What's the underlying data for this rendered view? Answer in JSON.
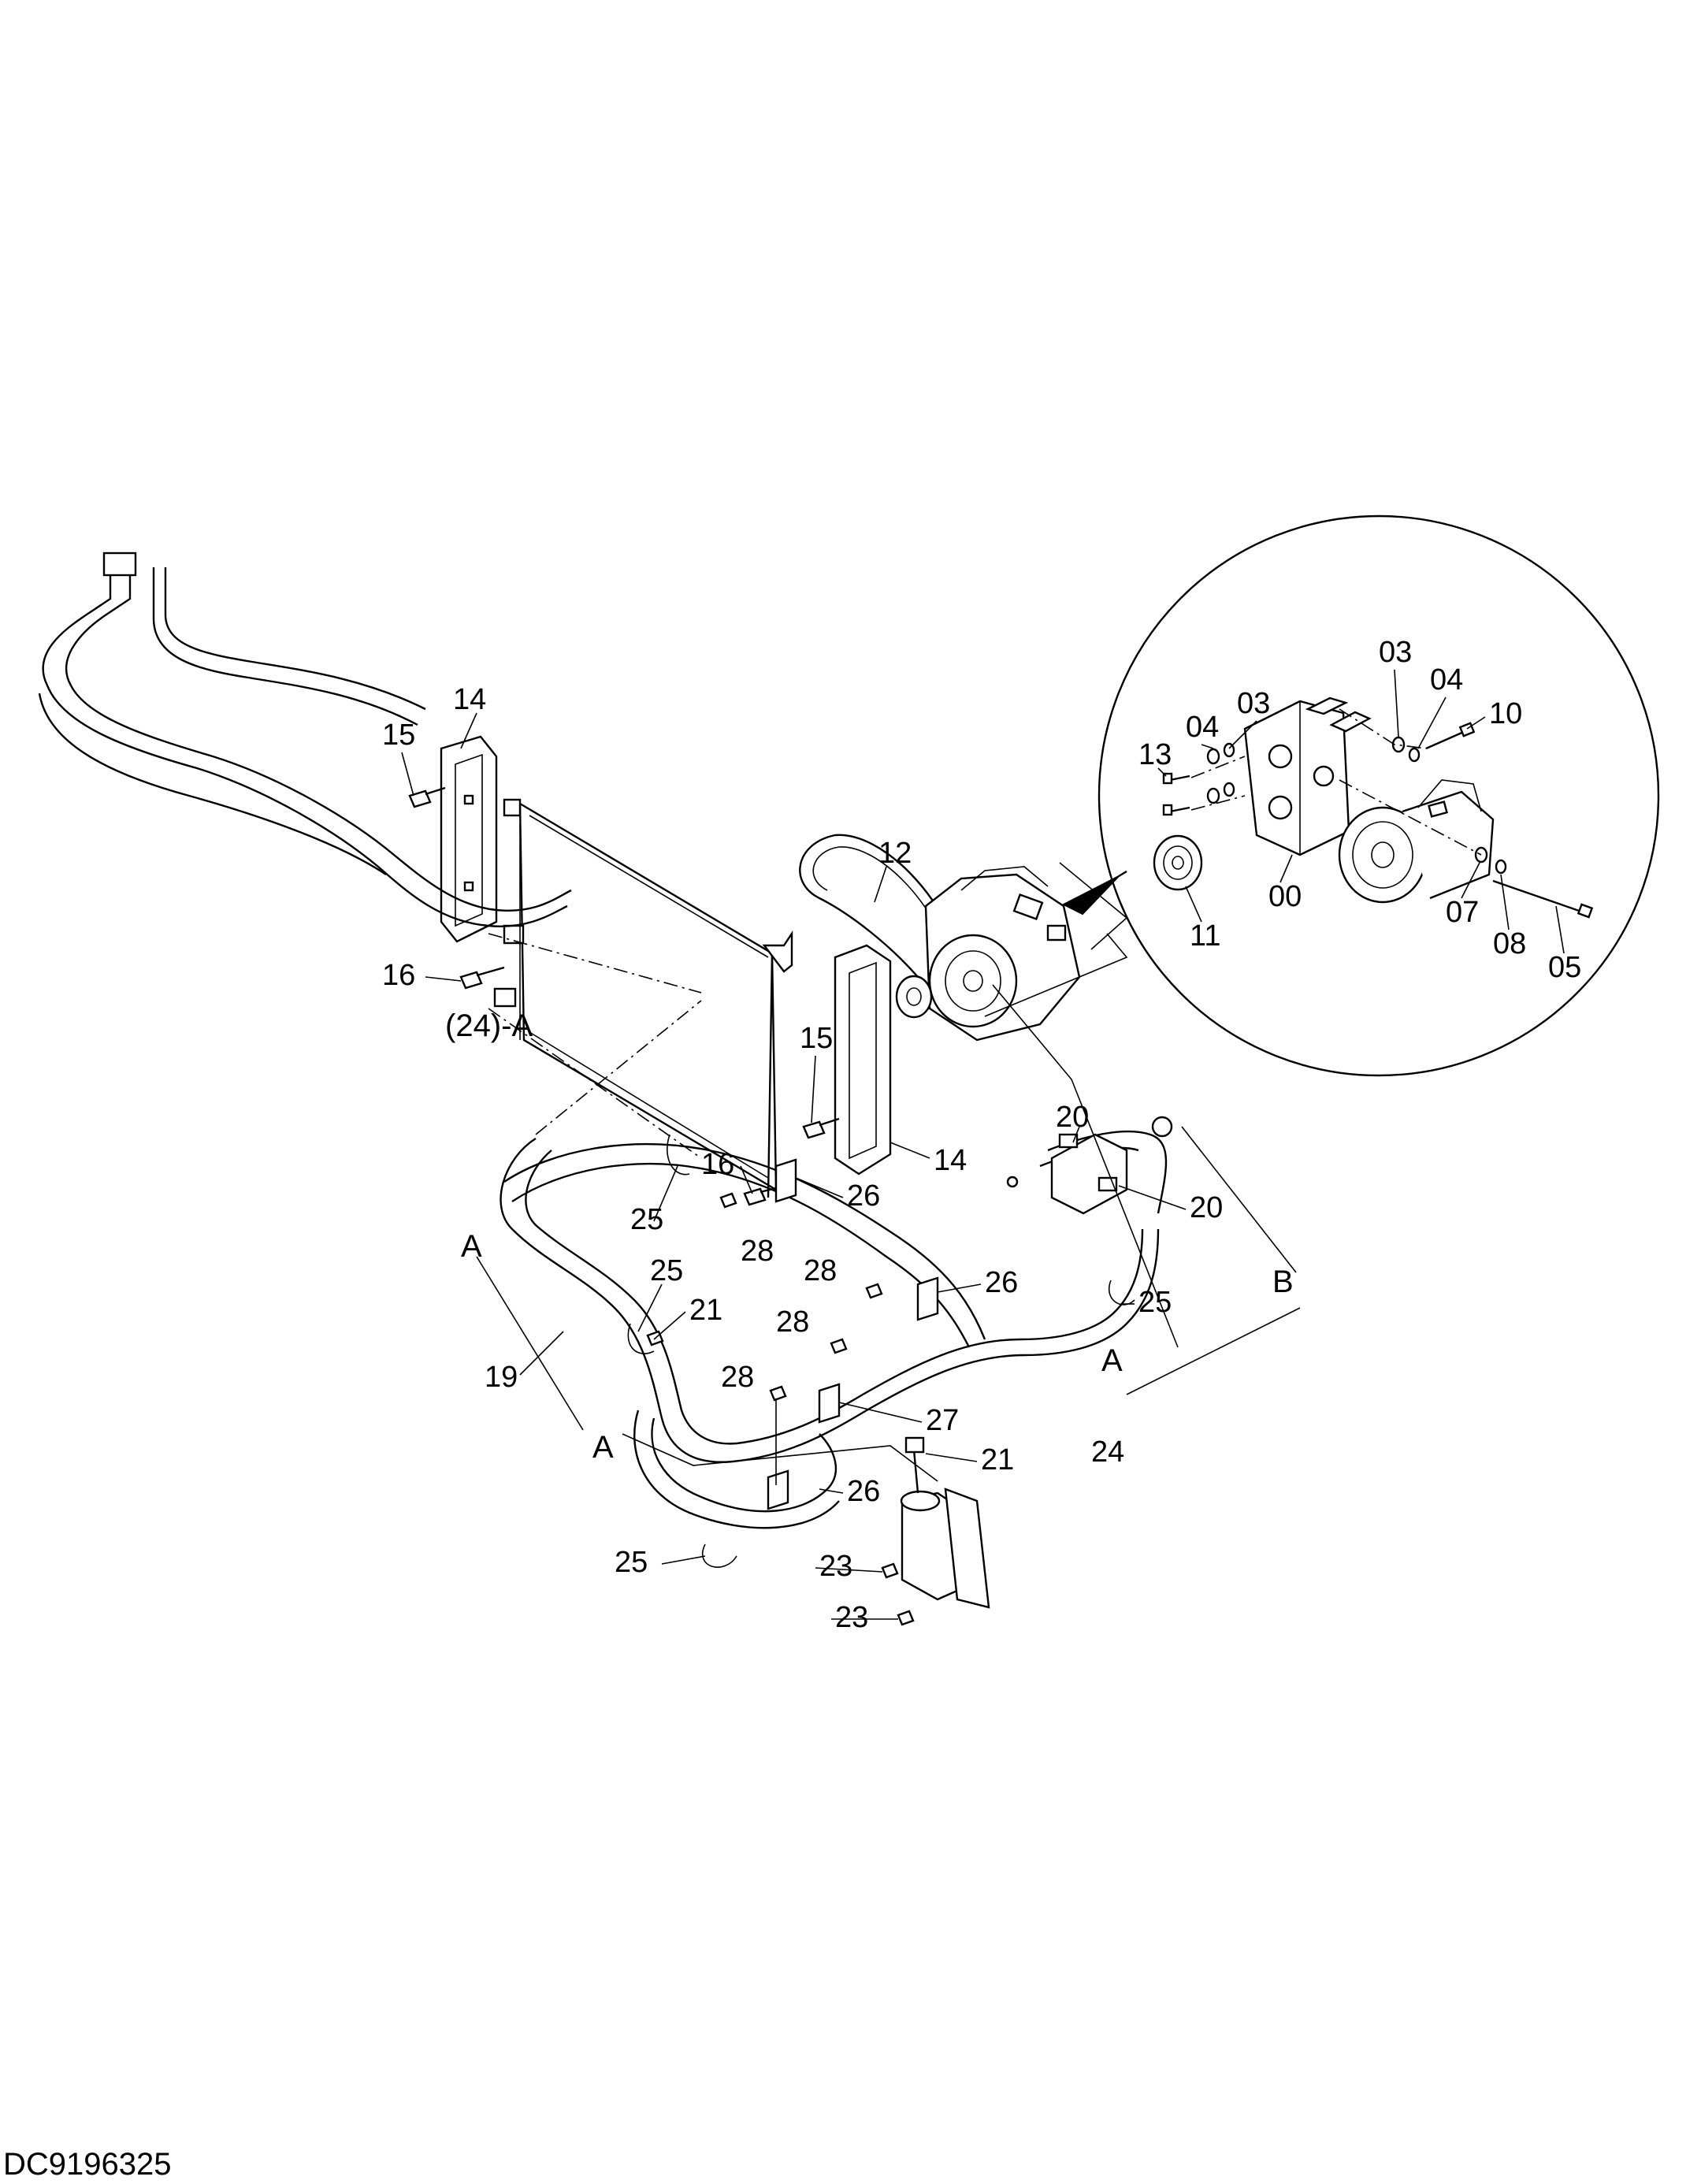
{
  "drawing_code": "DC9196325",
  "labels": {
    "l00": "00",
    "l03a": "03",
    "l03b": "03",
    "l04a": "04",
    "l04b": "04",
    "l05": "05",
    "l07": "07",
    "l08": "08",
    "l10": "10",
    "l11": "11",
    "l12": "12",
    "l13": "13",
    "l14a": "14",
    "l14b": "14",
    "l15a": "15",
    "l15b": "15",
    "l16a": "16",
    "l16b": "16",
    "l19": "19",
    "l20a": "20",
    "l20b": "20",
    "l21a": "21",
    "l21b": "21",
    "l23a": "23",
    "l23b": "23",
    "l24": "24",
    "l25a": "25",
    "l25b": "25",
    "l25c": "25",
    "l25d": "25",
    "l26a": "26",
    "l26b": "26",
    "l26c": "26",
    "l27": "27",
    "l28a": "28",
    "l28b": "28",
    "l28c": "28",
    "l28d": "28"
  },
  "refs": {
    "a_left": "A",
    "a_bottom": "A",
    "a_right": "A",
    "b_ref": "B",
    "a_24": "(24)-A"
  }
}
